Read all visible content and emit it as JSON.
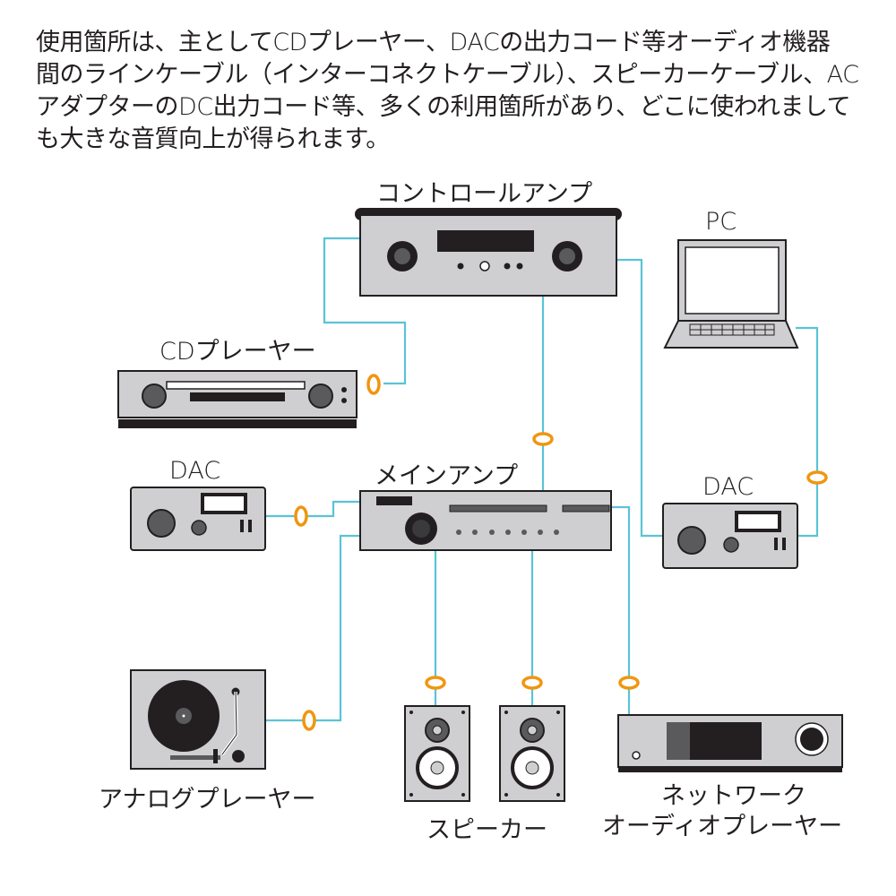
{
  "intro": {
    "lines": [
      "使用箇所は、主としてCDプレーヤー、DACの出力コード等オーディオ機器",
      "間のラインケーブル（インターコネクトケーブル）、スピーカーケーブル、AC",
      "アダプターのDC出力コード等、多くの利用箇所があり、どこに使われまして",
      "も大きな音質向上が得られます。"
    ]
  },
  "devices": {
    "control_amp": "コントロールアンプ",
    "pc": "PC",
    "cd_player": "CDプレーヤー",
    "dac_left": "DAC",
    "main_amp": "メインアンプ",
    "dac_right": "DAC",
    "analog_player": "アナログプレーヤー",
    "speaker": "スピーカー",
    "network_player_line1": "ネットワーク",
    "network_player_line2": "オーディオプレーヤー"
  },
  "colors": {
    "cable": "#5bc3d6",
    "ferrite_ring": "#f0960f",
    "device_fill": "#cfcfd1",
    "device_stroke": "#231f20",
    "dark": "#231f20"
  }
}
